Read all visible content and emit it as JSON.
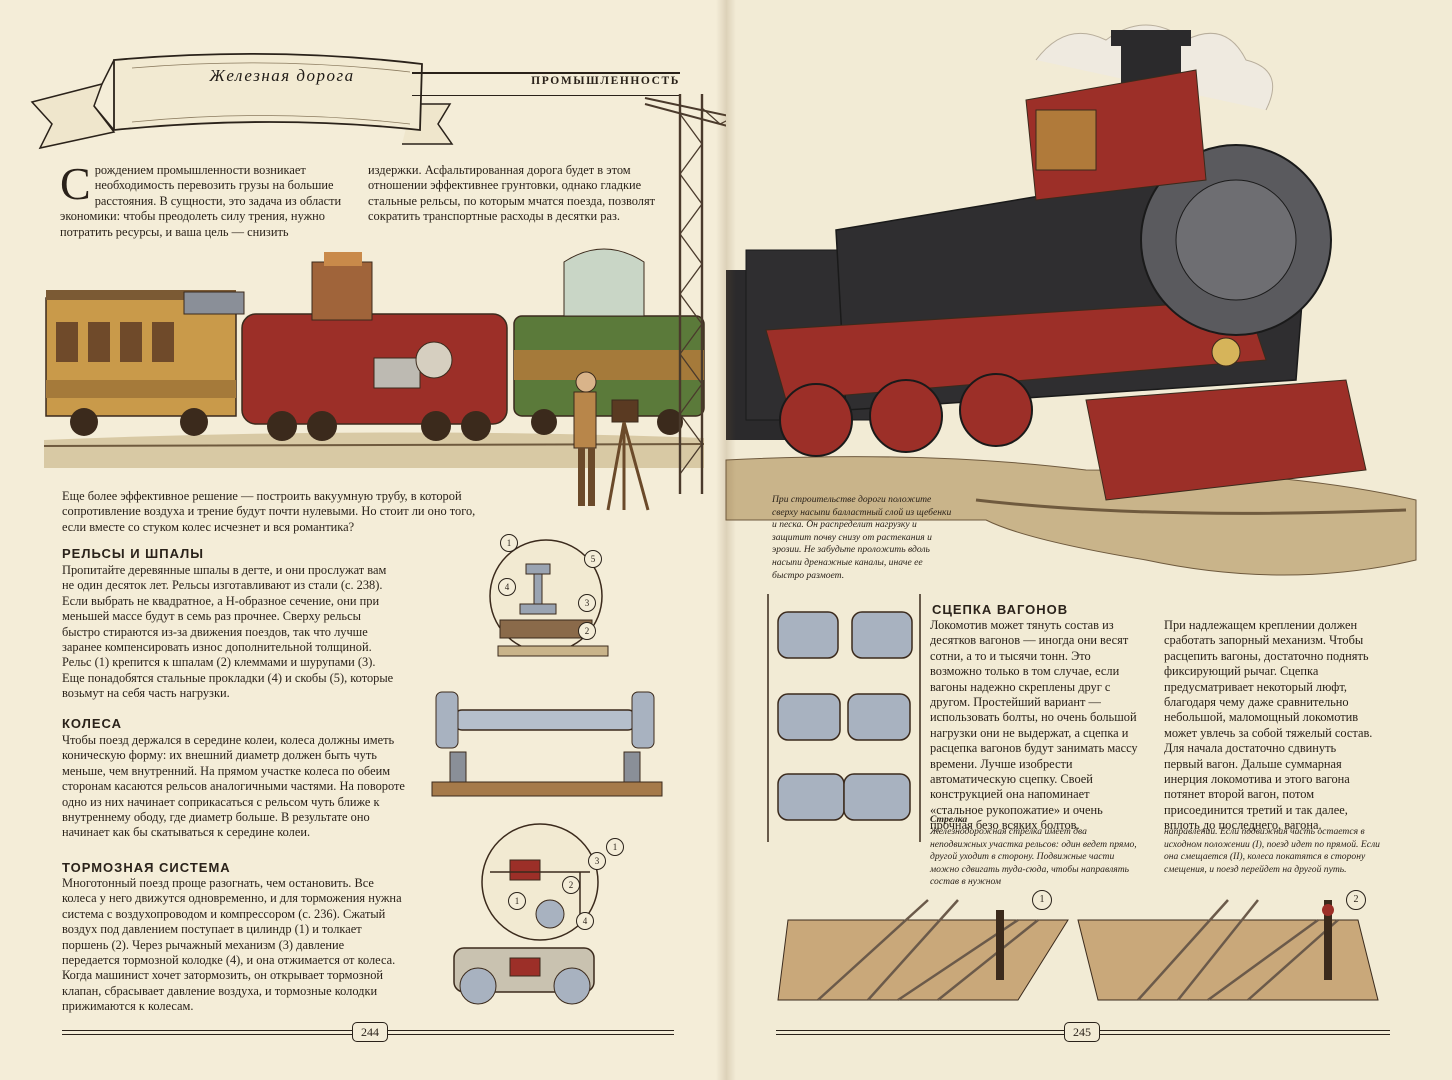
{
  "header": {
    "title": "Железная дорога",
    "section": "ПРОМЫШЛЕННОСТЬ"
  },
  "intro": {
    "dropcap": "С",
    "col1": "рождением промышленности возникает необходимость перевозить грузы на большие расстояния. В сущности, это задача из области экономики: чтобы преодолеть силу трения, нужно потратить ресурсы, и ваша цель — снизить",
    "col2": "издержки. Асфальтированная дорога будет в этом отношении эффективнее грунтовки, однако гладкие стальные рельсы, по которым мчатся поезда, позволят сократить транспортные расходы в десятки раз.",
    "vacuum": "Еще более эффективное решение — построить вакуумную трубу, в которой сопротивление воздуха и трение будут почти нулевыми. Но стоит ли оно того, если вместе со стуком колес исчезнет и вся романтика?"
  },
  "sections": {
    "rails": {
      "title": "РЕЛЬСЫ И ШПАЛЫ",
      "text": "Пропитайте деревянные шпалы в дегте, и они прослужат вам не один десяток лет. Рельсы изготавливают из стали (с. 238). Если выбрать не квадратное, а Н-образное сечение, они при меньшей массе будут в семь раз прочнее. Сверху рельсы быстро стираются из-за движения поездов, так что лучше заранее компенсировать износ дополнительной толщиной. Рельс (1) крепится к шпалам (2) клеммами и шурупами (3). Еще понадобятся стальные прокладки (4) и скобы (5), которые возьмут на себя часть нагрузки."
    },
    "wheels": {
      "title": "КОЛЕСА",
      "text": "Чтобы поезд держался в середине колеи, колеса должны иметь коническую форму: их внешний диаметр должен быть чуть меньше, чем внутренний. На прямом участке колеса по обеим сторонам касаются рельсов аналогичными частями. На повороте одно из них начинает соприкасаться с рельсом чуть ближе к внутреннему ободу, где диаметр больше. В результате оно начинает как бы скатываться к середине колеи."
    },
    "brakes": {
      "title": "ТОРМОЗНАЯ СИСТЕМА",
      "text": "Многотонный поезд проще разогнать, чем остановить. Все колеса у него движутся одновременно, и для торможения нужна система с воздухопроводом и компрессором (с. 236). Сжатый воздух под давлением поступает в цилиндр (1) и толкает поршень (2). Через рычажный механизм (3) давление передается тормозной колодке (4), и она отжимается от колеса. Когда машинист хочет затормозить, он открывает тормозной клапан, сбрасывает давление воздуха, и тормозные колодки прижимаются к колесам."
    },
    "coupling": {
      "title": "СЦЕПКА ВАГОНОВ",
      "text_col1": "Локомотив может тянуть состав из десятков вагонов — иногда они весят сотни, а то и тысячи тонн. Это возможно только в том случае, если вагоны надежно скреплены друг с другом. Простейший вариант — использовать болты, но очень большой нагрузки они не выдержат, а сцепка и расцепка вагонов будут занимать массу времени. Лучше изобрести автоматическую сцепку. Своей конструкцией она напоминает «стальное рукопожатие» и очень прочная безо всяких болтов.",
      "text_col2": "При надлежащем креплении должен сработать запорный механизм. Чтобы расцепить вагоны, достаточно поднять фиксирующий рычаг. Сцепка предусматривает некоторый люфт, благодаря чему даже сравнительно небольшой, маломощный локомотив может увлечь за собой тяжелый состав. Для начала достаточно сдвинуть первый вагон. Дальше суммарная инерция локомотива и этого вагона потянет второй вагон, потом присоединится третий и так далее, вплоть до последнего, вагона."
    }
  },
  "captions": {
    "ballast": "При строительстве дороги положите сверху насыпи балластный слой из щебенки и песка. Он распределит нагрузку и защитит почву снизу от растекания и эрозии. Не забудьте проложить вдоль насыпи дренажные каналы, иначе ее быстро размоет.",
    "switch_title": "Стрелка",
    "switch_col1": "Железнодорожная стрелка имеет два неподвижных участка рельсов: один ведет прямо, другой уходит в сторону. Подвижные части можно сдвигать туда-сюда, чтобы направлять состав в нужном",
    "switch_col2": "направлении. Если подвижная часть остается в исходном положении (I), поезд идет по прямой. Если она смещается (II), колеса покатятся в сторону смещения, и поезд перейдет на другой путь."
  },
  "markers": {
    "rail": [
      "1",
      "5",
      "4",
      "3",
      "2"
    ],
    "brake": [
      "1",
      "2",
      "3",
      "1",
      "4"
    ],
    "switch": [
      "1",
      "2"
    ]
  },
  "footer": {
    "left_page": "244",
    "right_page": "245"
  },
  "colors": {
    "paper": "#f3ecd6",
    "ink": "#2a221a",
    "loco_red": "#9c2f28",
    "loco_black": "#2b2a2c",
    "car_green": "#5b7a3a",
    "brass": "#b07a3a",
    "ballast": "#c9b48a"
  }
}
